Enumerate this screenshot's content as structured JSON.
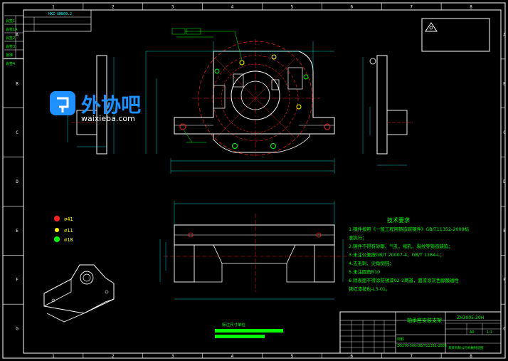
{
  "colors": {
    "background": "#000000",
    "frame": "#ffffff",
    "outline": "#ffffff",
    "dimension": "#00ffff",
    "circle_red": "#ff2020",
    "text_green": "#00ff00",
    "text_yellow": "#ffff00",
    "watermark_blue": "#1e90ff"
  },
  "grid": {
    "columns": [
      "1",
      "2",
      "3",
      "4",
      "5",
      "6",
      "7",
      "8"
    ],
    "rows": [
      "A",
      "B",
      "C",
      "D",
      "E",
      "F",
      "G"
    ]
  },
  "header_box": {
    "code": "HXZ-SHB09.2"
  },
  "left_labels": [
    "会签1",
    "会签1A",
    "会签2",
    "会签3",
    "批准",
    "会签4"
  ],
  "watermark": {
    "brand": "外协吧",
    "url": "waixieba.com"
  },
  "hole_legend": [
    {
      "symbol": "circle-red",
      "label": "⌀41"
    },
    {
      "symbol": "circle-yellow",
      "label": "⌀11"
    },
    {
      "symbol": "circle-green",
      "label": "⌀18"
    }
  ],
  "notes": {
    "title": "技术要求",
    "lines": [
      "1.钢件按照《一般工程用铸造碳钢件》GB/T11352-2009标",
      "  准执行；",
      "2.铸件不得有砂眼、气孔、缩孔、裂纹等铸造缺陷；",
      "3.未注公差按GB/T 20007-4、GB/T 1184-L；",
      "4.去毛刺、尖角倒钝；",
      "5.未注圆角R10",
      "6.除表面不得涂防锈漆02-2两道，面漆涂灰色醇酸磁性",
      "  铁红漆按BJ-L3-01。"
    ]
  },
  "bottom_label": "标注尺寸单位",
  "title_block": {
    "part_name": "轴承座安装支架",
    "drawing_number": "ZH3005-20H",
    "material_label": "材料",
    "standard": "ZG270-500-GB/T11352-2009",
    "company": "某某有限公司机械制造部",
    "stage": "A0",
    "scale": "1:1"
  }
}
